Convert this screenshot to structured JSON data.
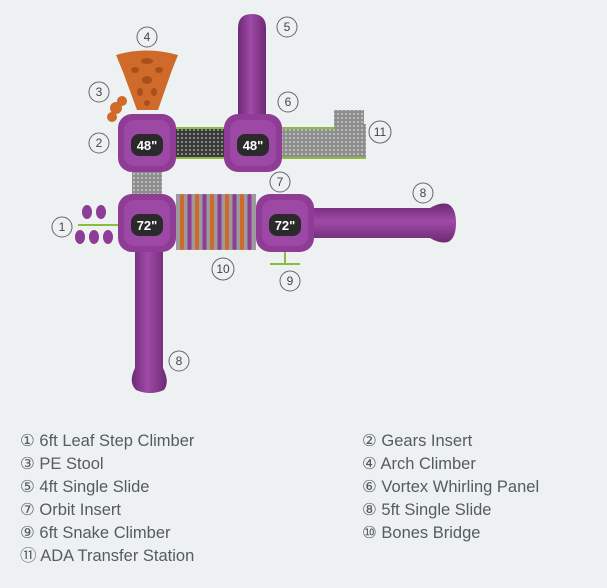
{
  "colors": {
    "purple": "#8f3c97",
    "purple_dark": "#6d2a74",
    "orange": "#cf6a2b",
    "grey_panel": "#9a9a9a",
    "green": "#8cbc3e",
    "background": "#edf1f2"
  },
  "decks": [
    {
      "label": "48\""
    },
    {
      "label": "48\""
    },
    {
      "label": "72\""
    },
    {
      "label": "72\""
    }
  ],
  "callouts": [
    {
      "num": "1"
    },
    {
      "num": "2"
    },
    {
      "num": "3"
    },
    {
      "num": "4"
    },
    {
      "num": "5"
    },
    {
      "num": "6"
    },
    {
      "num": "7"
    },
    {
      "num": "8"
    },
    {
      "num": "8"
    },
    {
      "num": "9"
    },
    {
      "num": "10"
    },
    {
      "num": "11"
    }
  ],
  "legend": [
    {
      "marker": "①",
      "text": "6ft Leaf Step Climber"
    },
    {
      "marker": "②",
      "text": "Gears Insert"
    },
    {
      "marker": "③",
      "text": "PE Stool"
    },
    {
      "marker": "④",
      "text": "Arch Climber"
    },
    {
      "marker": "⑤",
      "text": "4ft Single Slide"
    },
    {
      "marker": "⑥",
      "text": "Vortex Whirling Panel"
    },
    {
      "marker": "⑦",
      "text": "Orbit Insert"
    },
    {
      "marker": "⑧",
      "text": "5ft Single Slide"
    },
    {
      "marker": "⑨",
      "text": "6ft Snake Climber"
    },
    {
      "marker": "⑩",
      "text": "Bones Bridge"
    },
    {
      "marker": "⑪",
      "text": "ADA Transfer Station"
    }
  ]
}
